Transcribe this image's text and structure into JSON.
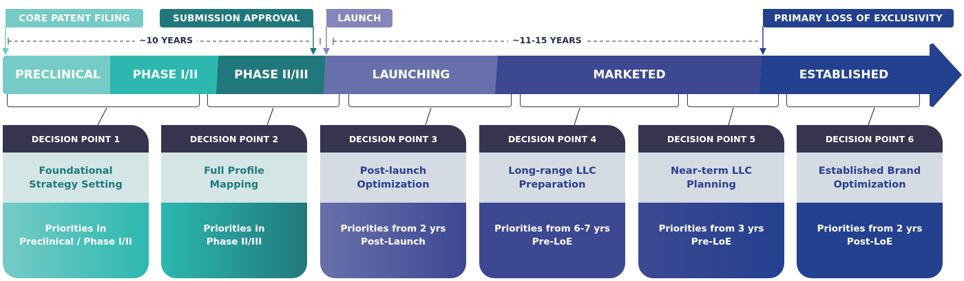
{
  "milestones": [
    {
      "label": "CORE PATENT FILING",
      "color": "#76cbc6"
    },
    {
      "label": "SUBMISSION APPROVAL",
      "color": "#21787c"
    },
    {
      "label": "LAUNCH",
      "color": "#8486bb"
    },
    {
      "label": "PRIMARY LOSS OF EXCLUSIVITY",
      "color": "#23418f"
    }
  ],
  "durations": [
    "~10 YEARS",
    "~11-15 YEARS"
  ],
  "phases": [
    {
      "label": "PRECLINICAL",
      "color": "#76cbc6"
    },
    {
      "label": "PHASE I/II",
      "color": "#2cb8b0"
    },
    {
      "label": "PHASE II/III",
      "color": "#21787c"
    },
    {
      "label": "LAUNCHING",
      "color": "#6870ab"
    },
    {
      "label": "MARKETED",
      "color": "#3d4893"
    },
    {
      "label": "ESTABLISHED",
      "color": "#23418f"
    }
  ],
  "decision_points": [
    {
      "header": "DECISION POINT 1",
      "title": "Foundational\nStrategy Setting",
      "priorities": "Priorities in\nPreclinical / Phase I/II"
    },
    {
      "header": "DECISION POINT 2",
      "title": "Full Profile\nMapping",
      "priorities": "Priorities in\nPhase II/III"
    },
    {
      "header": "DECISION POINT 3",
      "title": "Post-launch\nOptimization",
      "priorities": "Priorities from 2 yrs\nPost-Launch"
    },
    {
      "header": "DECISION POINT 4",
      "title": "Long-range LLC\nPreparation",
      "priorities": "Priorities from 6-7 yrs\nPre-LoE"
    },
    {
      "header": "DECISION POINT 5",
      "title": "Near-term LLC\nPlanning",
      "priorities": "Priorities from 3 yrs\nPre-LoE"
    },
    {
      "header": "DECISION POINT 6",
      "title": "Established Brand\nOptimization",
      "priorities": "Priorities from 2 yrs\nPost-LoE"
    }
  ]
}
